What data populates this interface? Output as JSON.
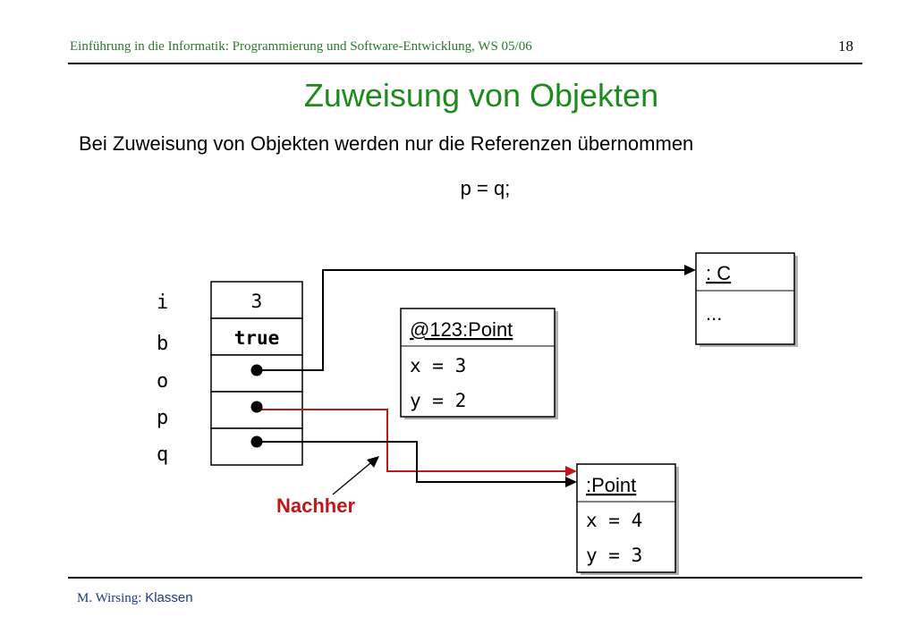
{
  "header": {
    "course": "Einführung in die Informatik: Programmierung und Software-Entwicklung, WS 05/06",
    "page": "18"
  },
  "slide": {
    "title": "Zuweisung von Objekten",
    "subtitle": "Bei Zuweisung von Objekten werden nur die Referenzen übernommen",
    "code": "p = q;"
  },
  "diagram": {
    "variables": [
      "i",
      "b",
      "o",
      "p",
      "q"
    ],
    "cells": [
      "3",
      "true",
      "",
      "",
      ""
    ],
    "object_c": {
      "name": ": C",
      "body": "..."
    },
    "object_point1": {
      "name": "@123:Point",
      "x": "x = 3",
      "y": "y = 2"
    },
    "object_point2": {
      "name": ":Point",
      "x": "x = 4",
      "y": "y = 3"
    },
    "annotation": "Nachher",
    "colors": {
      "new_reference": "#c01818",
      "shadow": "#b0b0b0"
    }
  },
  "footer": {
    "author": "M. Wirsing:",
    "topic": "Klassen"
  }
}
